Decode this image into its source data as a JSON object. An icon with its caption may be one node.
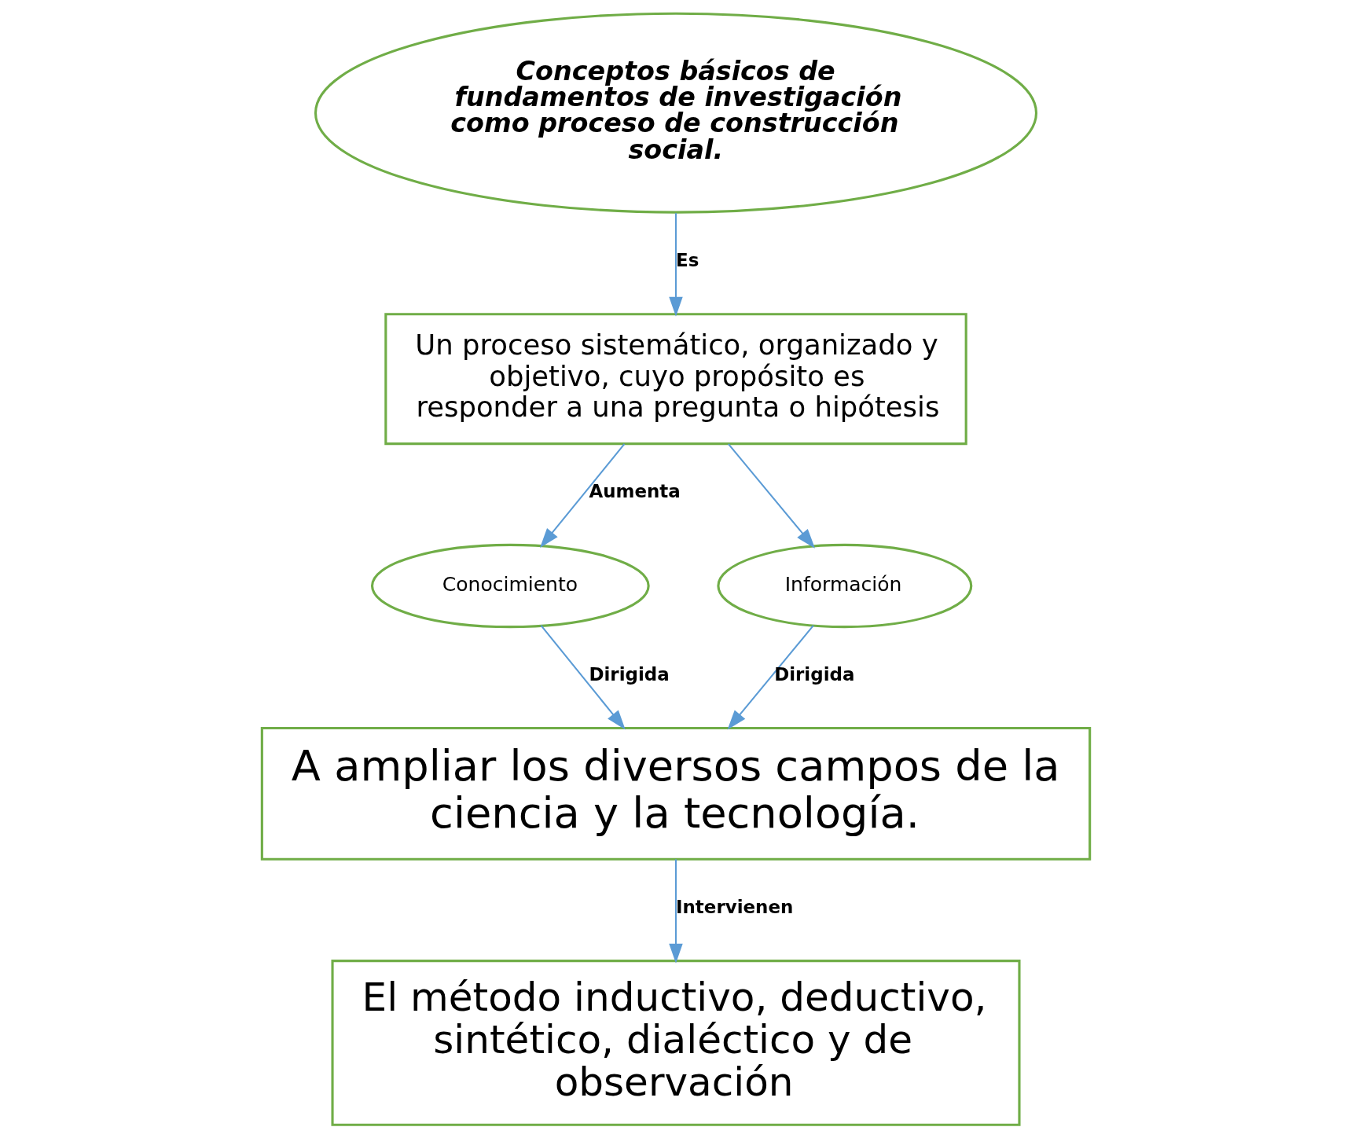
{
  "diagram": {
    "nodes": [
      {
        "text": [
          "Conceptos básicos de fundamentos de investigación como proceso de construcción social."
        ]
      },
      {
        "text": [
          "Un proceso sistemático, organizado y objetivo, cuyo propósito es responder a una pregunta o hipótesis"
        ]
      },
      {
        "text": [
          "Conocimiento"
        ]
      },
      {
        "text": [
          "Información"
        ]
      },
      {
        "text": [
          "A ampliar los diversos campos de la ciencia y la tecnología."
        ]
      },
      {
        "text": [
          "El método inductivo, deductivo, sintético, dialéctico y de observación"
        ]
      }
    ],
    "edges": [
      {
        "from": 0,
        "to": 1,
        "arrow": "to",
        "label": "Es"
      },
      {
        "from": 1,
        "to": 2,
        "arrow": "to",
        "label": "Aumenta"
      },
      {
        "from": 1,
        "to": 3,
        "arrow": "to"
      },
      {
        "from": 2,
        "to": 4,
        "arrow": "to",
        "label": "Dirigida"
      },
      {
        "from": 3,
        "to": 4,
        "arrow": "to",
        "label": "Dirigida"
      },
      {
        "from": 4,
        "to": 5,
        "arrow": "to",
        "label": "Intervienen"
      }
    ]
  }
}
